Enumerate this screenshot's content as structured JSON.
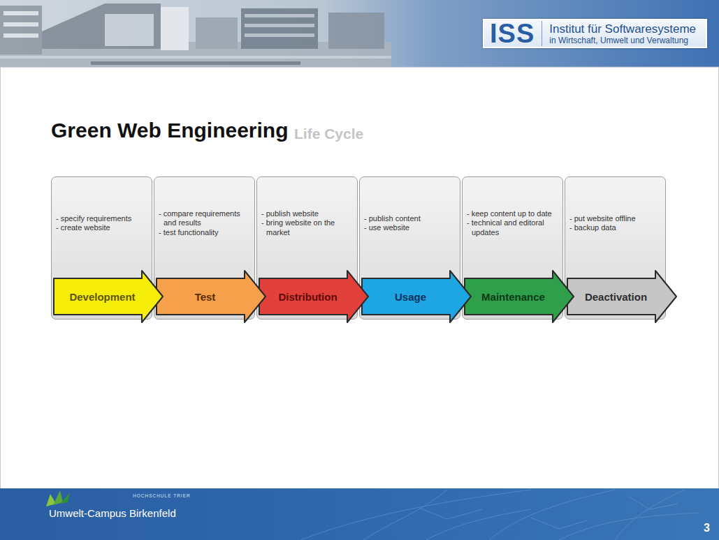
{
  "diagram": {
    "title": "Green Web Engineering",
    "nodes": [
      {
        "text": [
          "ISS",
          "Institut für Softwaresysteme",
          "in Wirtschaft, Umwelt und Verwaltung"
        ]
      },
      {
        "text": [
          "- specify requirements",
          "- create website"
        ]
      },
      {
        "text": [
          "Development"
        ],
        "in": 1
      },
      {
        "text": [
          "- compare requirements and results",
          "- test functionality"
        ]
      },
      {
        "text": [
          "Test"
        ],
        "in": 3
      },
      {
        "text": [
          "- publish website",
          "- bring website on the market"
        ]
      },
      {
        "text": [
          "Distribution"
        ],
        "in": 5
      },
      {
        "text": [
          "- publish content",
          "- use website"
        ]
      },
      {
        "text": [
          "Usage"
        ],
        "in": 7
      },
      {
        "text": [
          "- keep content up to date",
          "- technical and editoral updates"
        ]
      },
      {
        "text": [
          "Maintenance"
        ],
        "in": 9
      },
      {
        "text": [
          "- put website offline",
          "- backup data"
        ]
      },
      {
        "text": [
          "Deactivation"
        ],
        "in": 11
      }
    ],
    "labels": [
      "Life Cycle",
      "HOCHSCHULE TRIER",
      "Umwelt-Campus Birkenfeld",
      "3"
    ]
  }
}
